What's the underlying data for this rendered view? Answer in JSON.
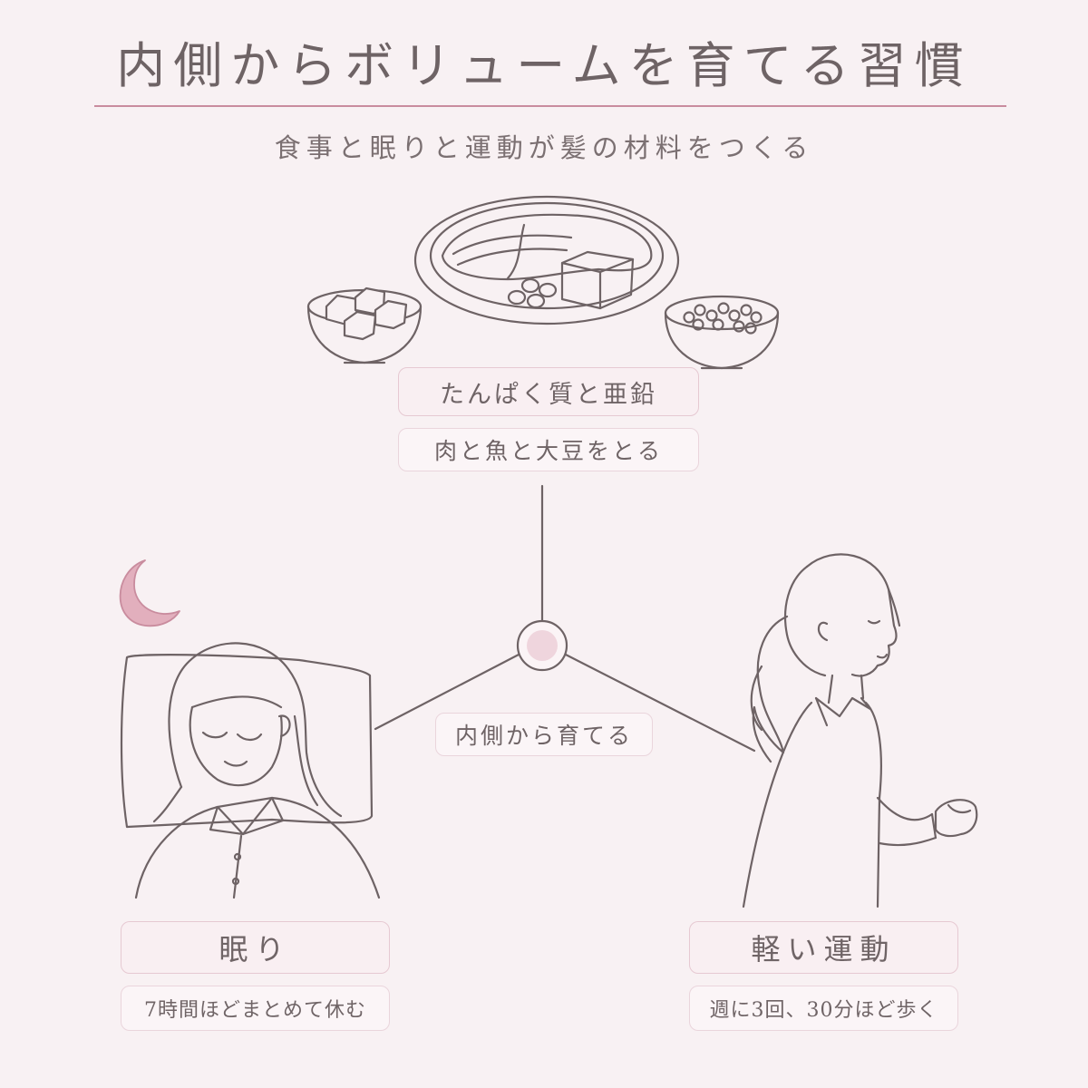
{
  "header": {
    "title": "内側からボリュームを育てる習慣",
    "subtitle": "食事と眠りと運動が髪の材料をつくる"
  },
  "center": {
    "label": "内側から育てる"
  },
  "food": {
    "heading": "たんぱく質と亜鉛",
    "detail": "肉と魚と大豆をとる"
  },
  "sleep": {
    "heading": "眠り",
    "detail": "7時間ほどまとめて休む"
  },
  "exercise": {
    "heading": "軽い運動",
    "detail": "週に3回、30分ほど歩く"
  },
  "colors": {
    "accent": "#c98c9e",
    "line": "#6e6365",
    "background": "#f8f1f3",
    "pill": "#f9eff2"
  },
  "icons": [
    "food-plate-icon",
    "tofu-bowl-icon",
    "soybean-bowl-icon",
    "moon-icon",
    "sleeping-woman-icon",
    "walking-woman-icon",
    "hub-dot-icon"
  ]
}
